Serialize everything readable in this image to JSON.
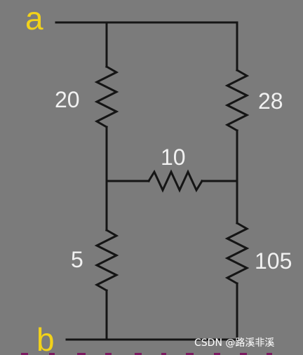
{
  "diagram": {
    "colors": {
      "background": "#7b7b7b",
      "wire": "#151515",
      "node_label": "#f2d21a",
      "resistor_label": "#f1f1f1",
      "bottom_strip": "#7a1a60"
    },
    "nodes": {
      "a": "a",
      "b": "b"
    },
    "resistors": {
      "r_top_left": "20",
      "r_top_right": "28",
      "r_bridge": "10",
      "r_bottom_left": "5",
      "r_bottom_right": "105"
    }
  },
  "watermark": {
    "text": "CSDN @路溪非溪"
  }
}
